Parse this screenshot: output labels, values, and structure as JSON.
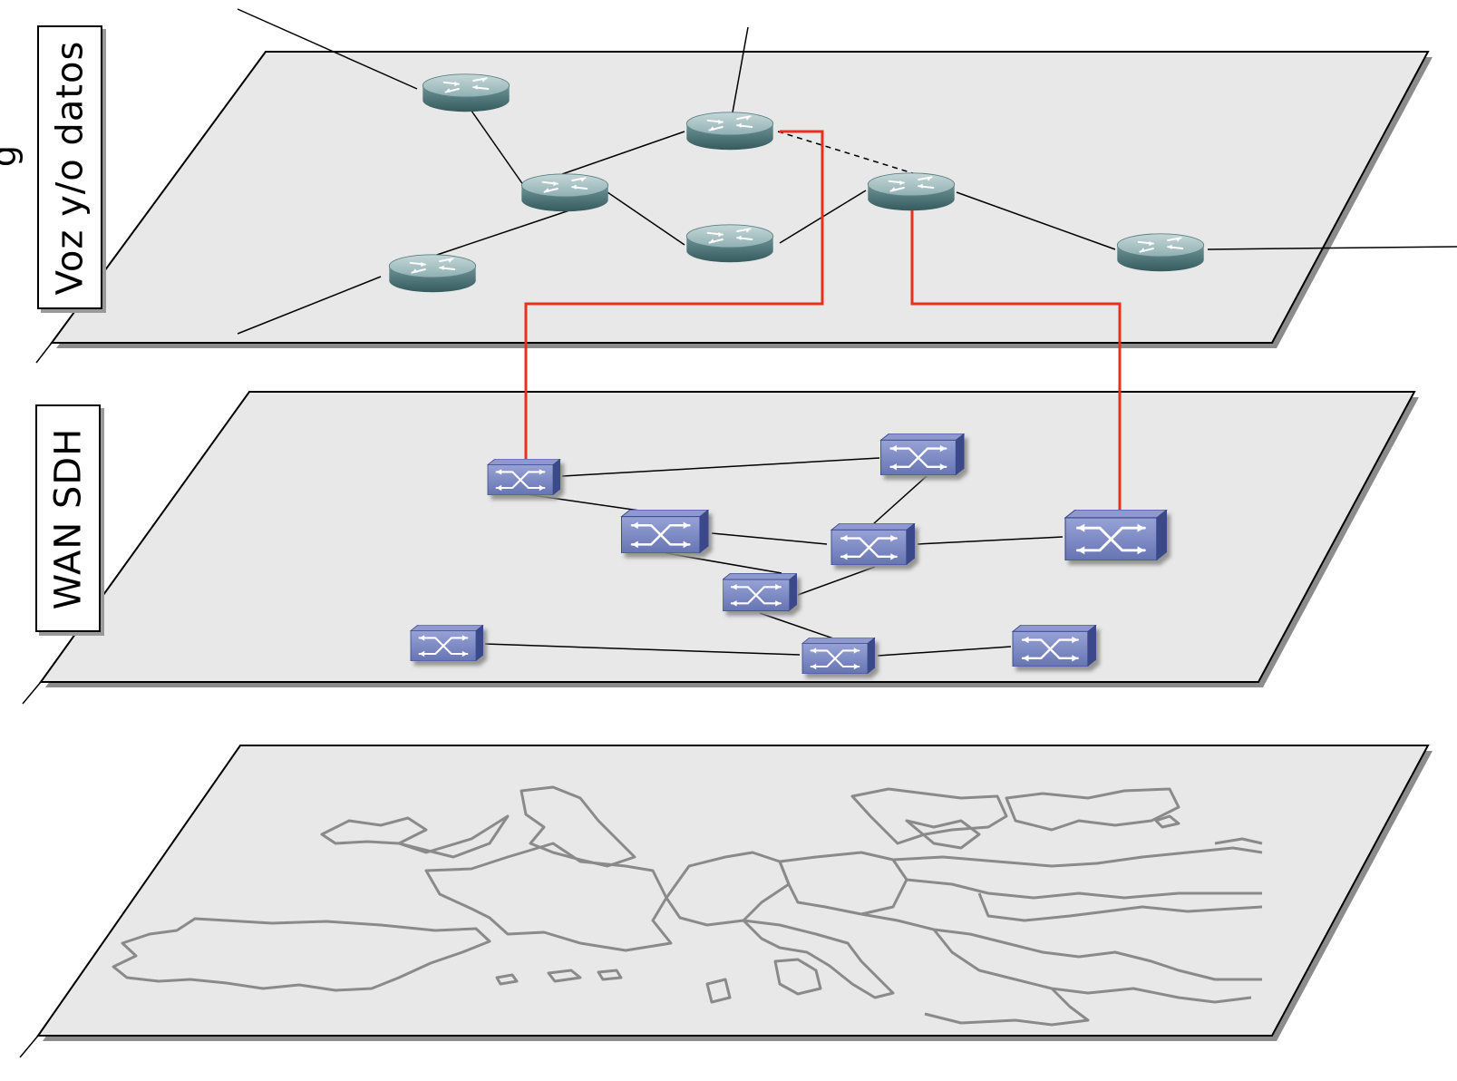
{
  "layers": [
    {
      "id": "voice-data",
      "label": "Voz y/o datos"
    },
    {
      "id": "wan-sdh",
      "label": "WAN SDH"
    },
    {
      "id": "physical-map",
      "label": ""
    }
  ],
  "colors": {
    "plane_fill": "#e8e8e8",
    "plane_stroke": "#000000",
    "plane_shadow": "#8c8c8c",
    "router_top": "#a7c0c2",
    "router_side": "#4e7477",
    "switch_front": "#7d8bc4",
    "switch_side": "#3a4a8a",
    "cross_layer_link": "#e8301c",
    "map_border": "#8a8a8a"
  },
  "icons": {
    "router": "router-icon",
    "sdh_switch": "sdh-multiplexer-icon"
  },
  "partial_glyph": "g"
}
